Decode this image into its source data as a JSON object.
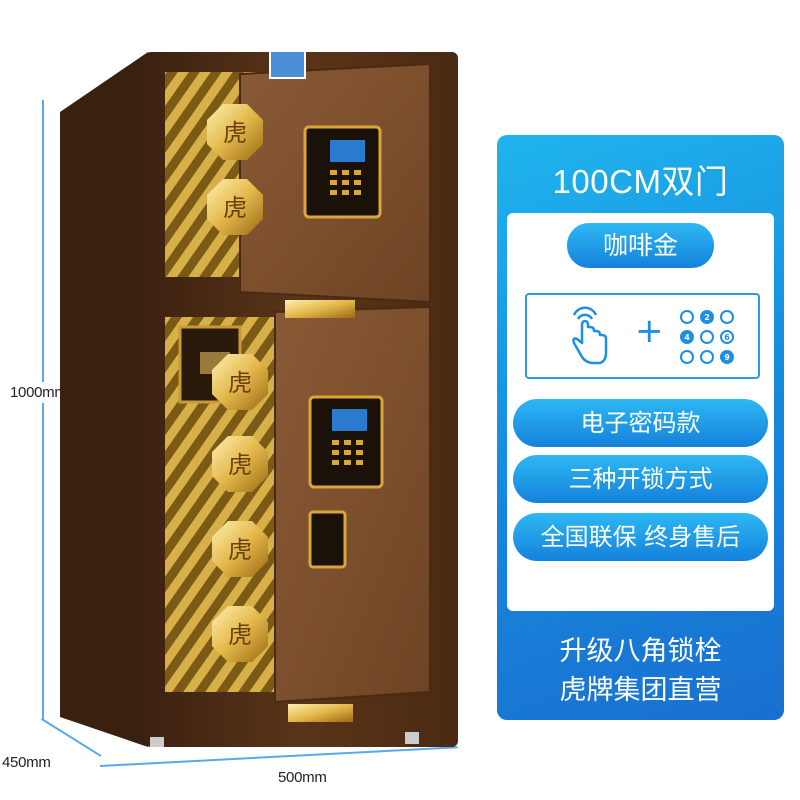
{
  "product": {
    "title": "100CM双门",
    "color_name": "咖啡金",
    "features": [
      "电子密码款",
      "三种开锁方式",
      "全国联保 终身售后"
    ],
    "footer_lines": [
      "升级八角锁栓",
      "虎牌集团直营"
    ],
    "keypad_digits": [
      "2",
      "4",
      "6",
      "9"
    ],
    "bolt_char": "虎"
  },
  "dimensions": {
    "height": "1000mm",
    "depth": "450mm",
    "width": "500mm"
  },
  "colors": {
    "panel_blue": "#1687dc",
    "safe_brown": "#5a3418",
    "gold": "#d9a63a"
  }
}
